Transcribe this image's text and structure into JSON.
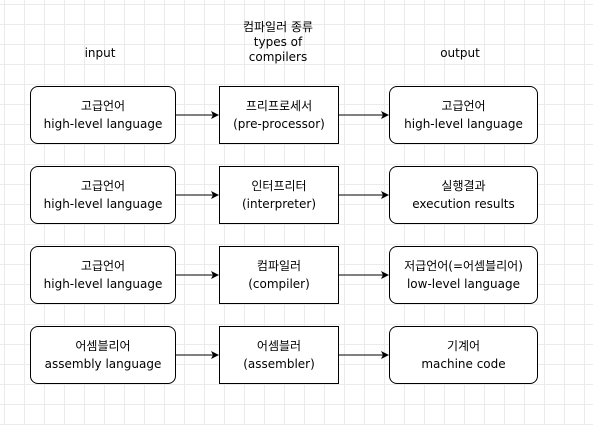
{
  "header": {
    "center_line1": "컴파일러 종류",
    "center_line2": "types of",
    "center_line3": "compilers",
    "input": "input",
    "output": "output"
  },
  "rows": [
    {
      "input": {
        "line1": "고급언어",
        "line2": "high-level language"
      },
      "compiler": {
        "line1": "프리프로세서",
        "line2": "(pre-processor)"
      },
      "output": {
        "line1": "고급언어",
        "line2": "high-level language"
      }
    },
    {
      "input": {
        "line1": "고급언어",
        "line2": "high-level language"
      },
      "compiler": {
        "line1": "인터프리터",
        "line2": "(interpreter)"
      },
      "output": {
        "line1": "실행결과",
        "line2": "execution results"
      }
    },
    {
      "input": {
        "line1": "고급언어",
        "line2": "high-level language"
      },
      "compiler": {
        "line1": "컴파일러",
        "line2": "(compiler)"
      },
      "output": {
        "line1": "저급언어(=어셈블리어)",
        "line2": "low-level language"
      }
    },
    {
      "input": {
        "line1": "어셈블리어",
        "line2": "assembly language"
      },
      "compiler": {
        "line1": "어셈블러",
        "line2": "(assembler)"
      },
      "output": {
        "line1": "기계어",
        "line2": "machine code"
      }
    }
  ],
  "colors": {
    "stroke": "#000000",
    "grid": "#ebebeb",
    "background": "#ffffff"
  }
}
